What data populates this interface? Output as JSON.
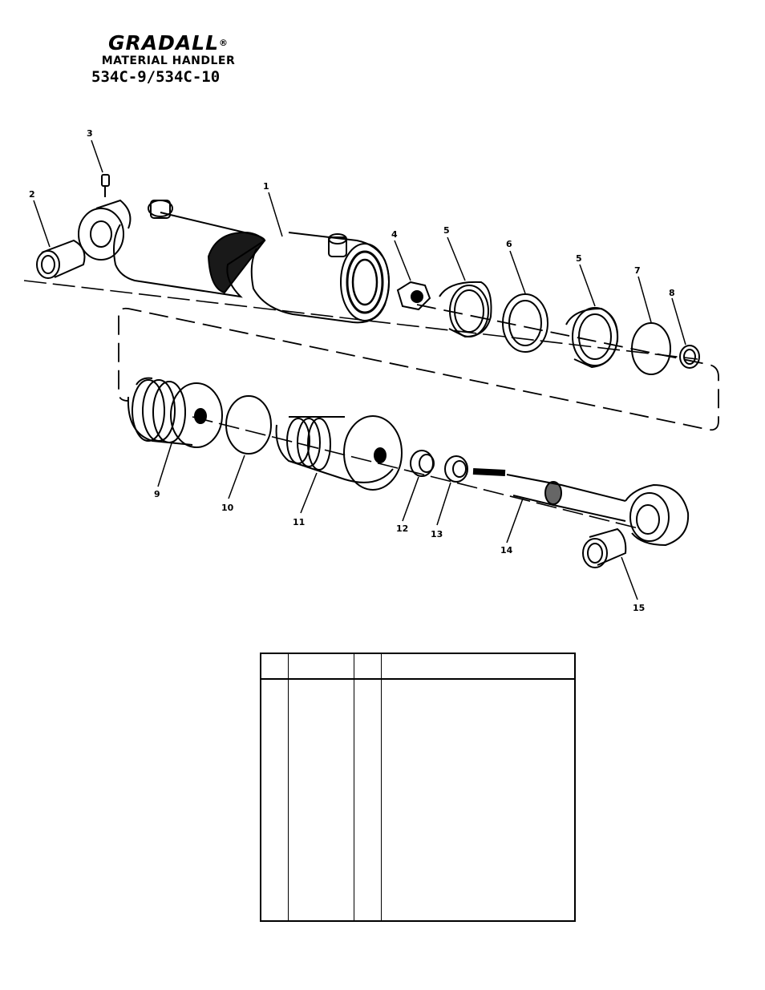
{
  "brand": {
    "name": "GRADALL",
    "registered_mark": "®",
    "subtitle": "MATERIAL HANDLER",
    "model": "534C-9/534C-10"
  },
  "callouts": [
    "1",
    "2",
    "3",
    "4",
    "5",
    "5",
    "6",
    "7",
    "8",
    "9",
    "10",
    "11",
    "12",
    "13",
    "14",
    "15"
  ],
  "parts_table": {
    "headers": [
      "",
      "",
      "",
      ""
    ],
    "rows": []
  }
}
